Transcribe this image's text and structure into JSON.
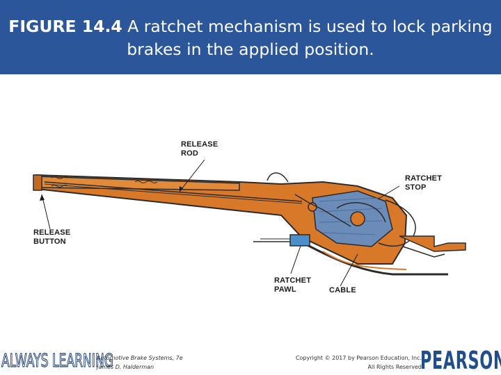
{
  "slide": {
    "title_figure_number": "FIGURE 14.4",
    "title_text": " A ratchet mechanism is used to lock parking brakes in the applied position.",
    "header_color": "#2b579a"
  },
  "figure": {
    "callouts": {
      "release_rod": [
        "RELEASE",
        "ROD"
      ],
      "ratchet_stop": [
        "RATCHET",
        "STOP"
      ],
      "release_button": [
        "RELEASE",
        "BUTTON"
      ],
      "ratchet_pawl": [
        "RATCHET",
        "PAWL"
      ],
      "cable": [
        "CABLE"
      ]
    },
    "colors": {
      "lever": "#d8792a",
      "outline": "#2a2a2a",
      "mechanism": "#6b8cb8",
      "pawl_block": "#4a8fc9"
    }
  },
  "footer": {
    "always_learning": "ALWAYS LEARNING",
    "book_title": "Automotive Brake Systems, 7e",
    "author": "James D. Halderman",
    "copyright_line1": "Copyright © 2017 by Pearson Education, Inc.",
    "copyright_line2": "All Rights Reserved",
    "brand": "PEARSON"
  }
}
